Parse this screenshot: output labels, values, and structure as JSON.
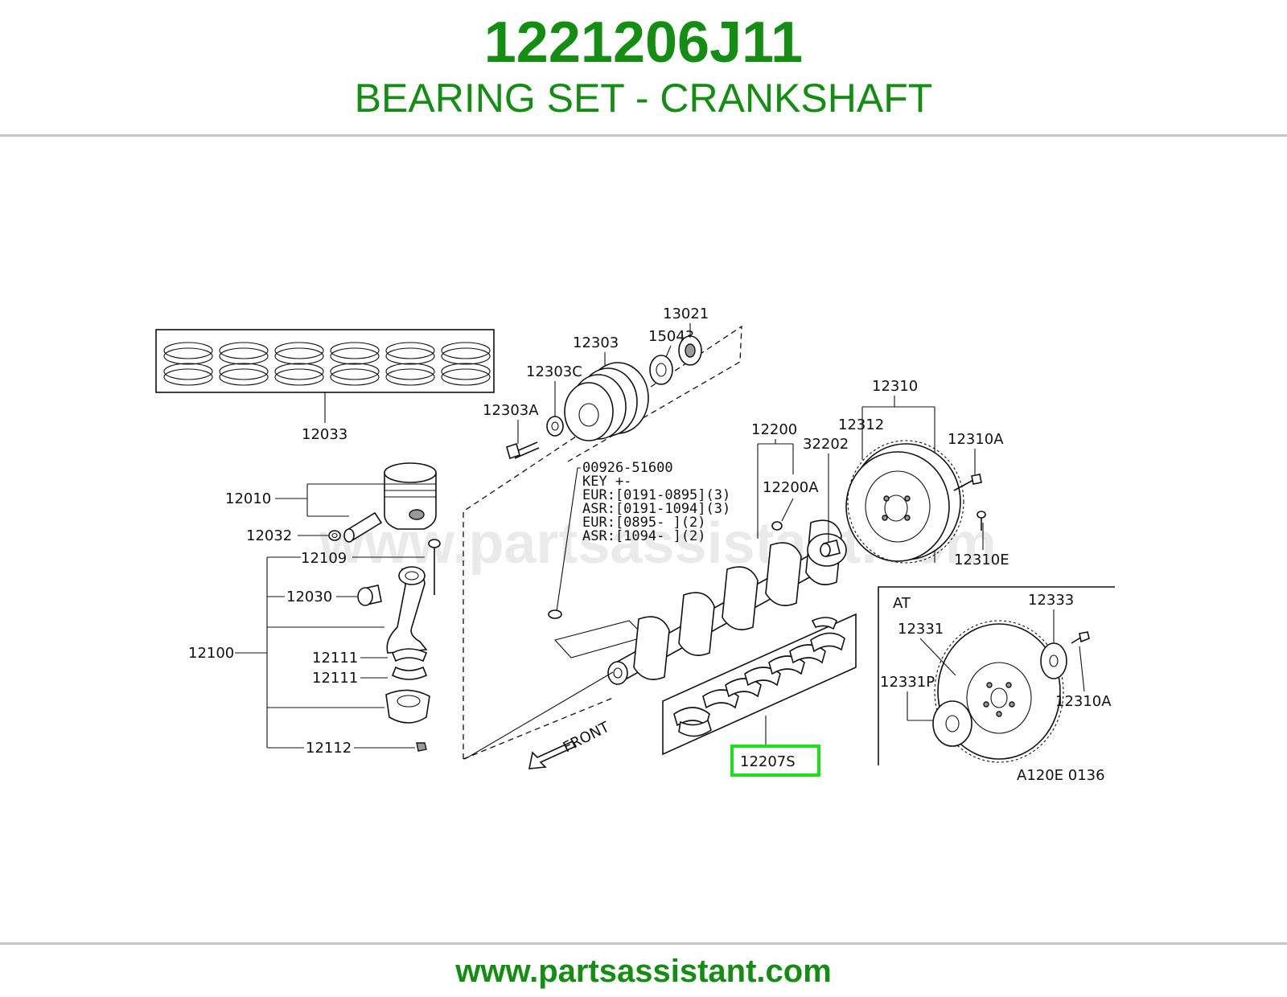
{
  "header": {
    "part_number": "1221206J11",
    "part_name": "BEARING SET - CRANKSHAFT"
  },
  "footer": {
    "url": "www.partsassistant.com"
  },
  "diagram": {
    "watermark": "www.partsassistant.com",
    "figure_code": "A120E 0136",
    "highlight_color": "#1be01b",
    "brand_color": "#138e13",
    "callouts": {
      "c12033": "12033",
      "c12010": "12010",
      "c12032": "12032",
      "c12109": "12109",
      "c12030": "12030",
      "c12100": "12100",
      "c12111a": "12111",
      "c12111b": "12111",
      "c12112": "12112",
      "c12303a": "12303A",
      "c12303c": "12303C",
      "c12303": "12303",
      "c15043": "15043",
      "c13021": "13021",
      "c12200": "12200",
      "c12200a": "12200A",
      "c32202": "32202",
      "c12312": "12312",
      "c12310": "12310",
      "c12310a": "12310A",
      "c12310e": "12310E",
      "c12207s": "12207S",
      "c12333": "12333",
      "c12331": "12331",
      "c12331p": "12331P",
      "c12310a2": "12310A",
      "at": "AT",
      "front": "FRONT"
    },
    "key_note": [
      "00926-51600",
      "KEY  +-",
      "EUR:[0191-0895](3)",
      "ASR:[0191-1094](3)",
      "EUR:[0895-    ](2)",
      "ASR:[1094-    ](2)"
    ]
  }
}
